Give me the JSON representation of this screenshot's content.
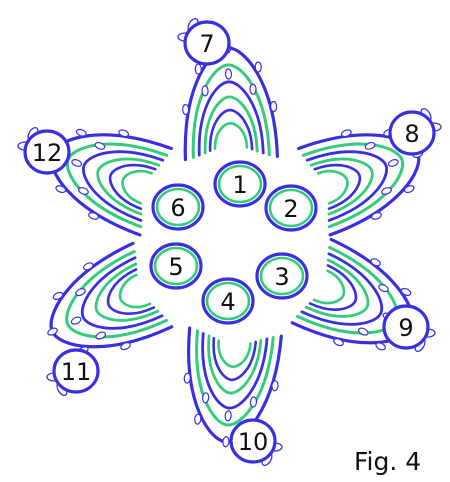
{
  "colors": {
    "outline": "#3a2fe0",
    "inner": "#33cc7a",
    "picot": "#3a2fe0"
  },
  "inner_rings": [
    {
      "label": "1"
    },
    {
      "label": "2"
    },
    {
      "label": "3"
    },
    {
      "label": "4"
    },
    {
      "label": "5"
    },
    {
      "label": "6"
    }
  ],
  "outer_rings": [
    {
      "label": "7"
    },
    {
      "label": "8"
    },
    {
      "label": "9"
    },
    {
      "label": "10"
    },
    {
      "label": "11"
    },
    {
      "label": "12"
    }
  ],
  "caption": "Fig. 4"
}
